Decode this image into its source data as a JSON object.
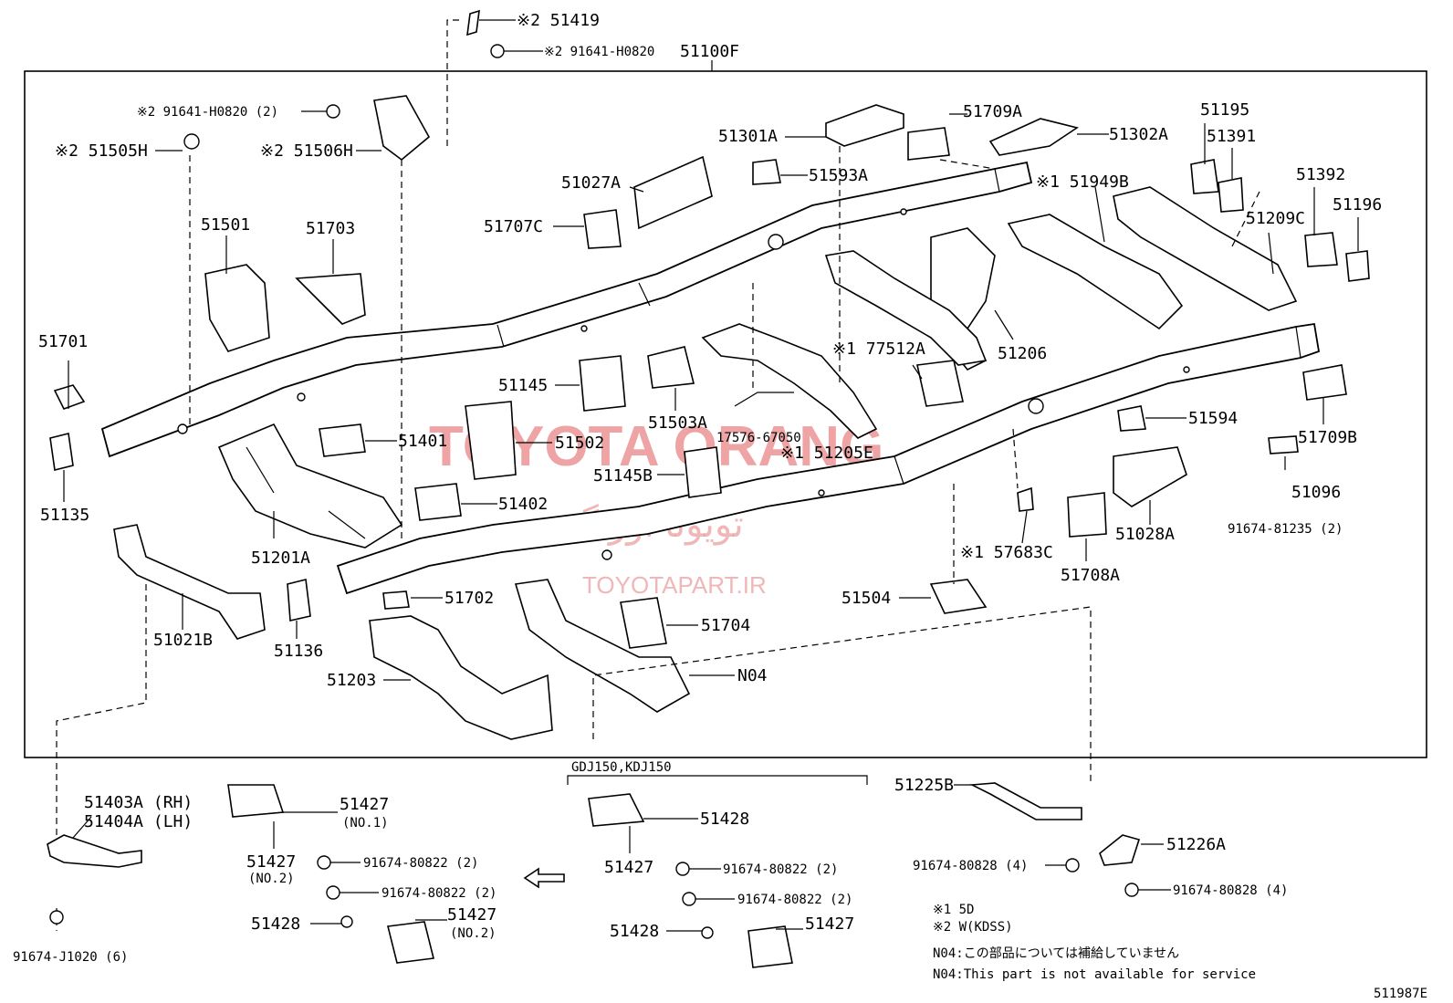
{
  "diagram_code": "511987E",
  "watermark": {
    "brand": "TOYOTA ORANG",
    "persian": "تویوتا اورنگ",
    "site": "TOYOTAPART.IR"
  },
  "group_label": "51100F",
  "labels": {
    "l51419": "※2 51419",
    "l91641_top": "※2 91641-H0820",
    "l91641_left": "※2 91641-H0820 (2)",
    "l51505H": "※2 51505H",
    "l51506H": "※2 51506H",
    "l51501": "51501",
    "l51703": "51703",
    "l51701": "51701",
    "l51135": "51135",
    "l51401": "51401",
    "l51402": "51402",
    "l51201A": "51201A",
    "l51021B": "51021B",
    "l51136": "51136",
    "l51702": "51702",
    "l51203": "51203",
    "l51704": "51704",
    "lN04": "N04",
    "l51502": "51502",
    "l51145": "51145",
    "l51145B": "51145B",
    "l51503A": "51503A",
    "l17576": "17576-67050",
    "l51205E": "※1 51205E",
    "l51027A": "51027A",
    "l51707C": "51707C",
    "l51301A": "51301A",
    "l51593A": "51593A",
    "l51709A": "51709A",
    "l51302A": "51302A",
    "l51949B": "※1 51949B",
    "l51195": "51195",
    "l51391": "51391",
    "l51392": "51392",
    "l51196": "51196",
    "l51209C": "51209C",
    "l51206": "51206",
    "l77512A": "※1 77512A",
    "l51594": "51594",
    "l51709B": "51709B",
    "l51096": "51096",
    "l91674_81235": "91674-81235 (2)",
    "l51028A": "51028A",
    "l57683C": "※1 57683C",
    "l51708A": "51708A",
    "l51504": "51504",
    "l51403A": "51403A (RH)",
    "l51404A": "51404A (LH)",
    "l91674_J1020": "91674-J1020 (6)",
    "l51427_no1": "51427",
    "l_no1": "(NO.1)",
    "l51427_no2": "51427",
    "l_no2": "(NO.2)",
    "l91674_80822_a": "91674-80822 (2)",
    "l91674_80822_b": "91674-80822 (2)",
    "l51428_left": "51428",
    "l51427_no2b": "51427",
    "l_no2b": "(NO.2)",
    "l_gdj": "GDJ150,KDJ150",
    "l51428_r": "51428",
    "l51427_r": "51427",
    "l91674_80822_c": "91674-80822 (2)",
    "l91674_80822_d": "91674-80822 (2)",
    "l51428_r2": "51428",
    "l51427_r2": "51427",
    "l51225B": "51225B",
    "l51226A": "51226A",
    "l91674_80828_a": "91674-80828 (4)",
    "l91674_80828_b": "91674-80828 (4)"
  },
  "notes": [
    "※1 5D",
    "※2 W(KDSS)",
    "N04:この部品については補給していません",
    "N04:This part is not available for service"
  ]
}
